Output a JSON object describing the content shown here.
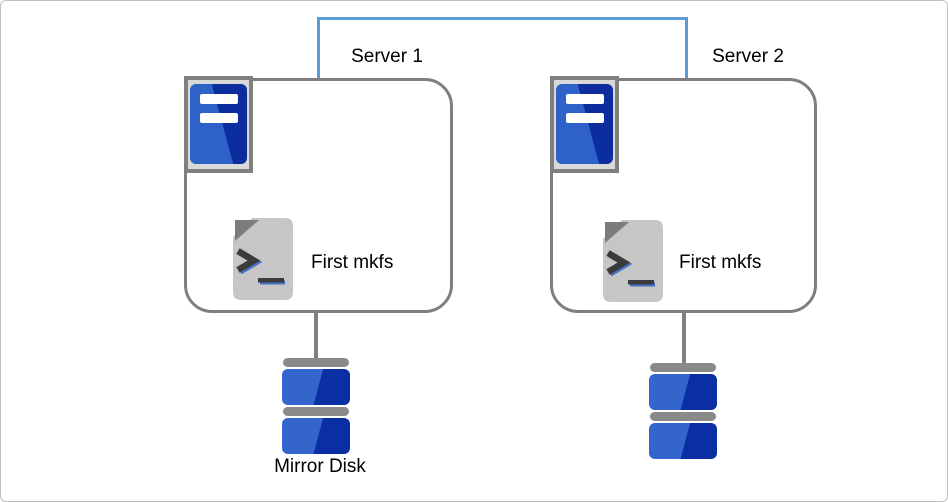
{
  "diagram": {
    "servers": [
      {
        "name": "Server 1",
        "command": "First mkfs"
      },
      {
        "name": "Server 2",
        "command": "First mkfs"
      }
    ],
    "disk_label": "Mirror Disk",
    "icons": [
      "server-tower-icon",
      "terminal-script-icon",
      "mirror-disk-icon",
      "interconnect-line"
    ],
    "colors": {
      "connector_blue": "#5b9bd5",
      "line_gray": "#7f7f7f",
      "canvas_border": "#bfbfbf",
      "frame_fill": "#d9d9d9",
      "server_blue_light": "#2e62c9",
      "server_blue_dark": "#0c2d9e",
      "disk_blue_light": "#3365cd",
      "disk_blue_dark": "#0a2fa5",
      "disk_cap_gray": "#8a8a8a",
      "file_body": "#c6c6c6",
      "file_fold": "#7c7c7c",
      "glyph_dark": "#3b3b3b",
      "glyph_blue": "#4472c4",
      "text_color": "#000000"
    }
  }
}
